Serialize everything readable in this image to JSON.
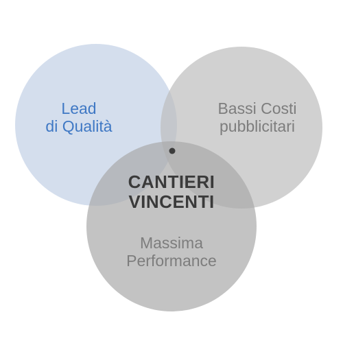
{
  "diagram": {
    "circles": [
      {
        "id": "lead",
        "lines": [
          "Lead",
          "di Qualità"
        ],
        "fill": "#cdd8ea",
        "text_color": "#3f78c4"
      },
      {
        "id": "costi",
        "lines": [
          "Bassi Costi",
          "pubblicitari"
        ],
        "fill": "#bdbdbd",
        "text_color": "#7d7d7d"
      },
      {
        "id": "performance",
        "lines": [
          "Massima",
          "Performance"
        ],
        "fill": "#a9a9a9",
        "text_color": "#7d7d7d"
      }
    ],
    "center": {
      "lines": [
        "CANTIERI",
        "VINCENTI"
      ],
      "text_color": "#3a3a3a"
    },
    "center_dot_color": "#3d3d3d"
  }
}
